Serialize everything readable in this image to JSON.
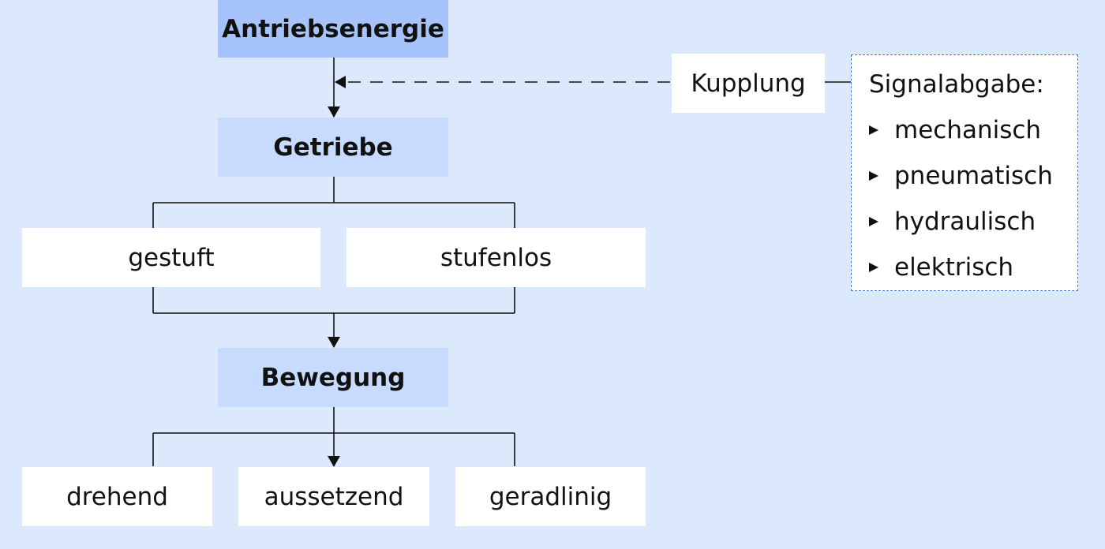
{
  "nodes": {
    "antriebsenergie": "Antriebsenergie",
    "getriebe": "Getriebe",
    "gestuft": "gestuft",
    "stufenlos": "stufenlos",
    "bewegung": "Bewegung",
    "drehend": "drehend",
    "aussetzend": "aussetzend",
    "geradlinig": "geradlinig",
    "kupplung": "Kupplung"
  },
  "signal": {
    "heading": "Signalabgabe:",
    "items": [
      "mechanisch",
      "pneumatisch",
      "hydraulisch",
      "elektrisch"
    ]
  },
  "colors": {
    "background": "#dce8fc",
    "top_box": "#a6c4fb",
    "mid_box": "#c6dbfd",
    "dashed_border": "#3d7be0"
  }
}
